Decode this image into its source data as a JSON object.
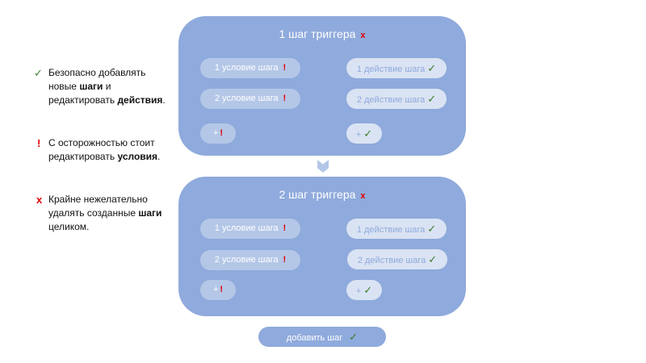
{
  "legend": [
    {
      "icon": "check-icon",
      "symbol": "✓",
      "color": "#3a7d2a",
      "parts": [
        "Безопасно добавлять новые ",
        "шаги",
        " и редактировать ",
        "действия",
        "."
      ]
    },
    {
      "icon": "exclamation-icon",
      "symbol": "!",
      "color": "#e00000",
      "parts": [
        "С осторожностью стоит редактировать ",
        "условия",
        "."
      ]
    },
    {
      "icon": "cross-icon",
      "symbol": "x",
      "color": "#e00000",
      "parts": [
        "Крайне нежелательно удалять созданные ",
        "шаги",
        " целиком."
      ]
    }
  ],
  "steps": [
    {
      "title": "1 шаг триггера",
      "conditions": [
        "1 условие шага",
        "2 условие шага"
      ],
      "actions": [
        "1 действие шага",
        "2 действие шага"
      ]
    },
    {
      "title": "2 шаг триггера",
      "conditions": [
        "1 условие шага",
        "2 условие шага"
      ],
      "actions": [
        "1 действие шага",
        "2 действие шага"
      ]
    }
  ],
  "symbols": {
    "cross": "x",
    "excl": "!",
    "check": "✓",
    "plus": "+"
  },
  "add_step_label": "добавить шаг",
  "colors": {
    "card": "#8faadc",
    "condition": "#b4c7e7",
    "action": "#dae3f3",
    "check": "#3a7d2a",
    "warn": "#e00000"
  }
}
